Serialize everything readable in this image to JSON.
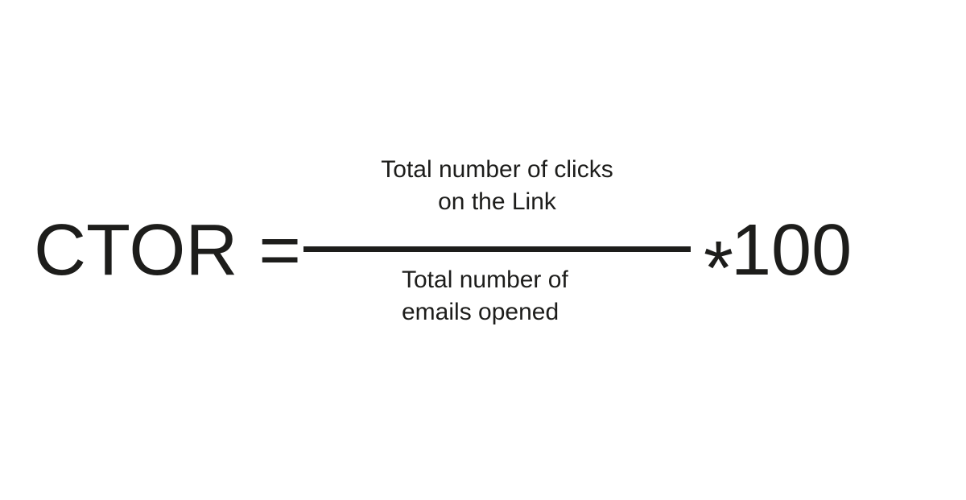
{
  "colors": {
    "background": "#ffffff",
    "text": "#1d1d1b"
  },
  "formula": {
    "lhs": "CTOR",
    "equals": "=",
    "numerator_line1": "Total number of clicks",
    "numerator_line2": "on the Link",
    "denominator_line1": "Total number of",
    "denominator_line2": "emails opened",
    "multiplier_symbol": "*",
    "multiplier_value": "100"
  }
}
